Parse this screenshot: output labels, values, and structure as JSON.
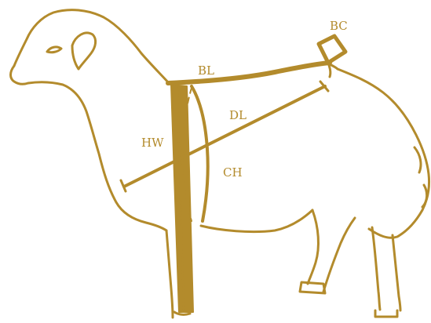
{
  "labels": {
    "bc": "BC",
    "bl": "BL",
    "dl": "DL",
    "hw": "HW",
    "ch": "CH"
  },
  "colors": {
    "ink": "#b38b2c",
    "background": "#ffffff"
  }
}
